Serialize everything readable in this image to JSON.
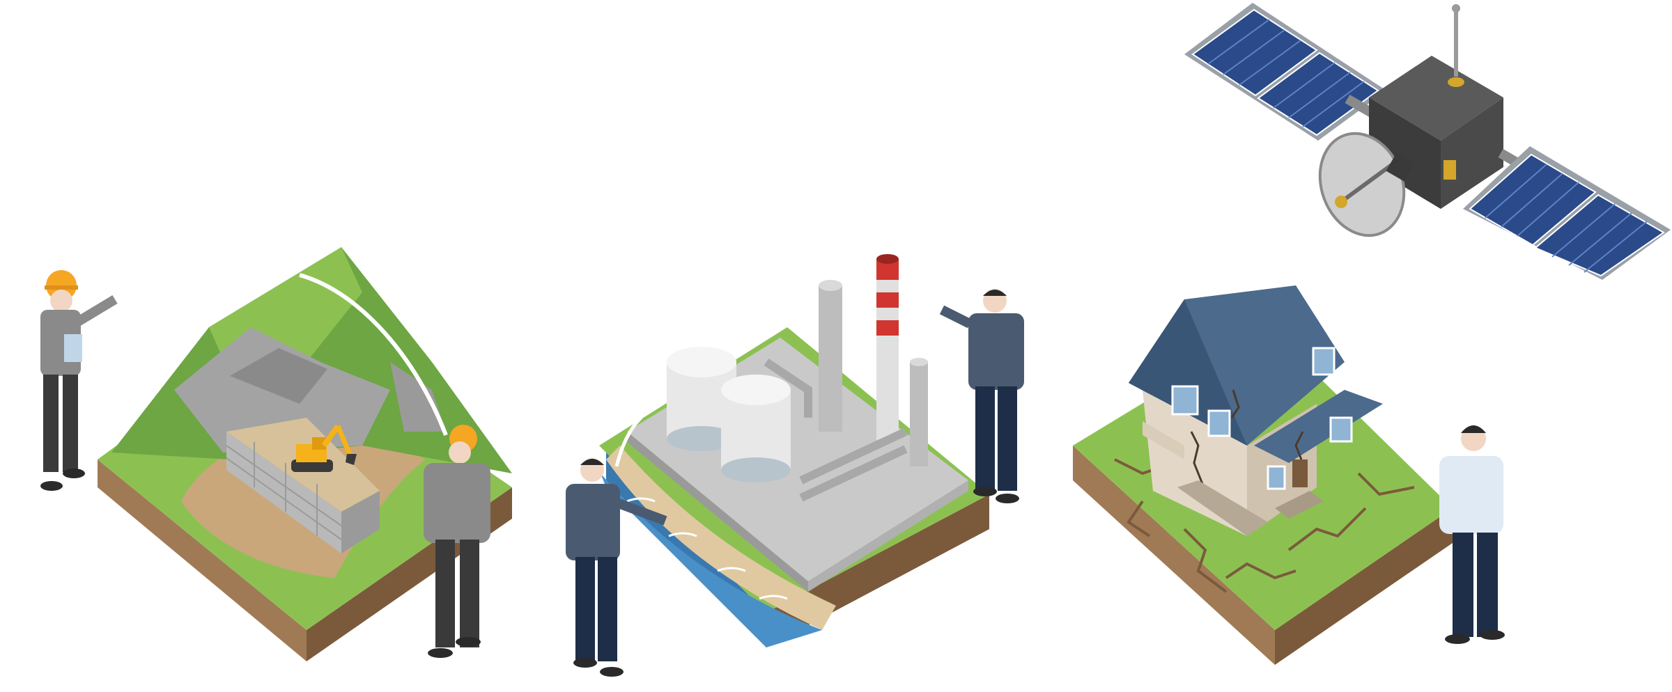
{
  "scene": {
    "background": "#ffffff",
    "palette": {
      "grass": "#8cc152",
      "grass_dark": "#5f9e3a",
      "soil": "#a07a55",
      "soil_dark": "#7b5a3c",
      "rock": "#a3a3a3",
      "water": "#4a90c8",
      "concrete": "#c9c9c9",
      "panel_blue": "#2a4a8a",
      "satellite_body": "#4a4a4a",
      "hardhat": "#f5a623",
      "chimney_red": "#d0362f"
    },
    "panels": [
      {
        "name": "mountain-quarry",
        "icon": "excavator-icon"
      },
      {
        "name": "coastal-industrial-plant",
        "icon": "factory-icon"
      },
      {
        "name": "earthquake-damaged-house",
        "icon": "house-icon"
      }
    ],
    "satellite": {
      "icon": "satellite-icon"
    }
  }
}
